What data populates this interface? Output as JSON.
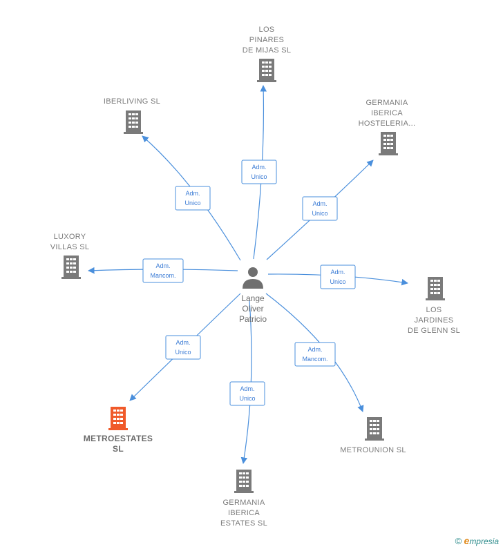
{
  "diagram": {
    "center": {
      "label_lines": [
        "Lange",
        "Oliver",
        "Patricio"
      ],
      "icon": "person-icon"
    },
    "colors": {
      "edge": "#4a8fdc",
      "building": "#7a7a7a",
      "highlight_building": "#f05a2a"
    },
    "nodes": [
      {
        "id": "los-pinares",
        "label_lines": [
          "LOS",
          "PINARES",
          "DE MIJAS SL"
        ],
        "role_lines": [
          "Adm.",
          "Unico"
        ],
        "highlight": false
      },
      {
        "id": "germania-hosteleria",
        "label_lines": [
          "GERMANIA",
          "IBERICA",
          "HOSTELERIA..."
        ],
        "role_lines": [
          "Adm.",
          "Unico"
        ],
        "highlight": false
      },
      {
        "id": "los-jardines",
        "label_lines": [
          "LOS",
          "JARDINES",
          "DE GLENN SL"
        ],
        "role_lines": [
          "Adm.",
          "Unico"
        ],
        "highlight": false
      },
      {
        "id": "metrounion",
        "label_lines": [
          "METROUNION SL"
        ],
        "role_lines": [
          "Adm.",
          "Mancom."
        ],
        "highlight": false
      },
      {
        "id": "germania-estates",
        "label_lines": [
          "GERMANIA",
          "IBERICA",
          "ESTATES SL"
        ],
        "role_lines": [
          "Adm.",
          "Unico"
        ],
        "highlight": false
      },
      {
        "id": "metroestates",
        "label_lines": [
          "METROESTATES",
          "SL"
        ],
        "role_lines": [
          "Adm.",
          "Unico"
        ],
        "highlight": true
      },
      {
        "id": "luxory-villas",
        "label_lines": [
          "LUXORY",
          "VILLAS SL"
        ],
        "role_lines": [
          "Adm.",
          "Mancom."
        ],
        "highlight": false
      },
      {
        "id": "iberliving",
        "label_lines": [
          "IBERLIVING SL"
        ],
        "role_lines": [
          "Adm.",
          "Unico"
        ],
        "highlight": false
      }
    ]
  },
  "watermark": {
    "copyright": "©",
    "brand_initial": "e",
    "brand_rest": "mpresia"
  }
}
